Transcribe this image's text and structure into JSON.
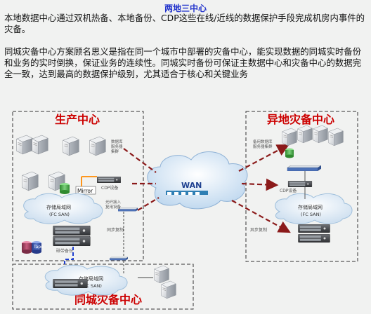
{
  "title": "两地三中心",
  "paragraphs": [
    "本地数据中心通过双机热备、本地备份、CDP这些在线/近线的数据保护手段完成机房内事件的灾备。",
    "同城灾备中心方案顾名思义是指在同一个城市中部署的灾备中心，能实现数据的同城实时备份和业务的实时倒换，保证业务的连续性。同城实时备份可保证主数据中心和灾备中心的数据完全一致，达到最高的数据保护级别，尤其适合于核心和关键业务"
  ],
  "diagram": {
    "production_center": "生产中心",
    "remote_center": "异地灾备中心",
    "same_city_center": "同城灾备中心",
    "wan": "WAN",
    "storage_lan": "存储局域网",
    "fc_san": "(FC SAN)",
    "db_server_cluster": "数据库\n服务器\n集群",
    "cdp_device": "CDP设备",
    "mirror": "Mirror",
    "cdp_device_2": "CDP设备",
    "wan_access_gw": "光纤接入\n复用设备",
    "sync_copy": "同步复制",
    "async_copy": "异步复制",
    "tape_backup": "磁带备份",
    "standby_db_cluster": "备用数据库\n服务器集群",
    "cdp_device_remote": "CDP设备",
    "async_copy_remote": "异步复制"
  },
  "colors": {
    "title": "#2233cc",
    "center_label": "#cc0000",
    "link": "#8b1a1a",
    "dashed_box": "#333333",
    "blue_link": "#1f3fcf"
  }
}
